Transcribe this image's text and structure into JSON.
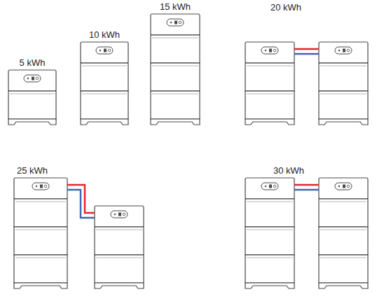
{
  "diagram": {
    "labels": [
      "15 kWh",
      "20 kWh",
      "10 kWh",
      "5 kWh",
      "25 kWh",
      "30 kWh"
    ]
  }
}
